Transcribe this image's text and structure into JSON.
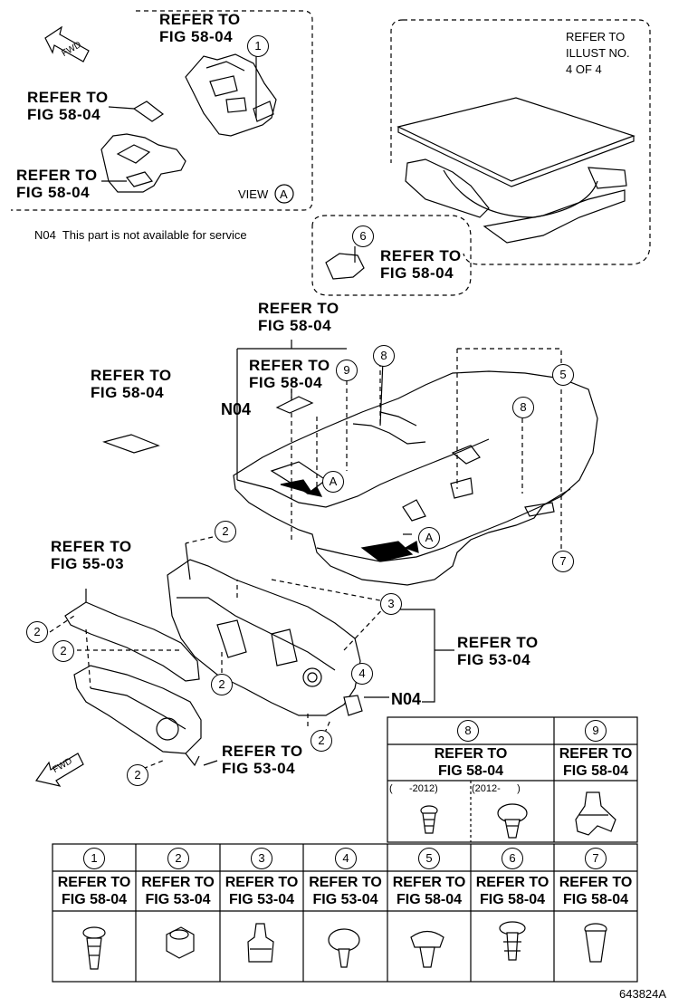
{
  "labels": {
    "ref_5804": "REFER TO\nFIG 58-04",
    "ref_5503": "REFER TO\nFIG 55-03",
    "ref_5304": "REFER TO\nFIG 53-04",
    "illust": "REFER TO\nILLUST NO.\n4 OF 4",
    "view_a": "VIEW",
    "a": "A",
    "n04_note": "N04  This part is not available for service",
    "n04": "N04",
    "fwd": "FWD",
    "catalog_id": "643824A"
  },
  "callouts": [
    "1",
    "2",
    "3",
    "4",
    "5",
    "6",
    "7",
    "8",
    "9"
  ],
  "table_top": {
    "col8": {
      "num": "8",
      "ref": "REFER TO\nFIG 58-04",
      "sub1": "(      -2012)",
      "sub2": "(2012-      )"
    },
    "col9": {
      "num": "9",
      "ref": "REFER TO\nFIG 58-04"
    }
  },
  "table_bottom": [
    {
      "num": "1",
      "ref": "REFER TO\nFIG 58-04"
    },
    {
      "num": "2",
      "ref": "REFER TO\nFIG 53-04"
    },
    {
      "num": "3",
      "ref": "REFER TO\nFIG 53-04"
    },
    {
      "num": "4",
      "ref": "REFER TO\nFIG 53-04"
    },
    {
      "num": "5",
      "ref": "REFER TO\nFIG 58-04"
    },
    {
      "num": "6",
      "ref": "REFER TO\nFIG 58-04"
    },
    {
      "num": "7",
      "ref": "REFER TO\nFIG 58-04"
    }
  ]
}
